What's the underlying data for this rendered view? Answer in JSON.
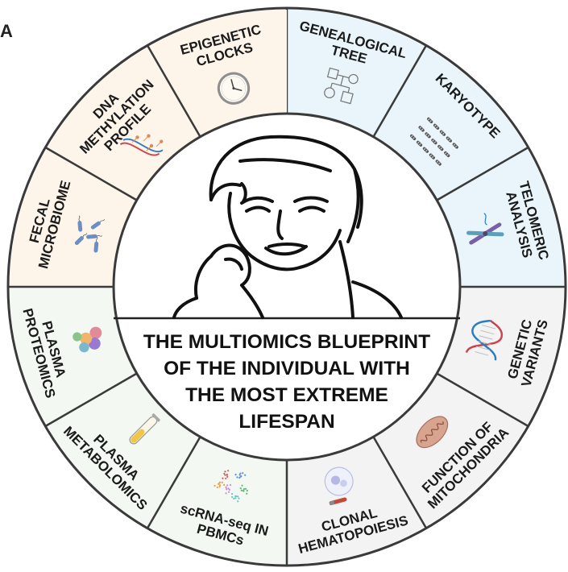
{
  "panel_letter": "A",
  "center": {
    "title_lines": [
      "THE MULTIOMICS BLUEPRINT",
      "OF THE INDIVIDUAL WITH",
      "THE MOST EXTREME",
      "LIFESPAN"
    ]
  },
  "segments": [
    {
      "id": "genealogical-tree",
      "lines": [
        "GENEALOGICAL",
        "TREE"
      ],
      "bg": "#eaf5fb",
      "icon": "pedigree-icon"
    },
    {
      "id": "karyotype",
      "lines": [
        "KARYOTYPE"
      ],
      "bg": "#eaf5fb",
      "icon": "karyotype-icon"
    },
    {
      "id": "telomeric-analysis",
      "lines": [
        "TELOMERIC",
        "ANALYSIS"
      ],
      "bg": "#eaf5fb",
      "icon": "chromosome-icon"
    },
    {
      "id": "genetic-variants",
      "lines": [
        "GENETIC",
        "VARIANTS"
      ],
      "bg": "#f3f3f3",
      "icon": "dna-helix-icon"
    },
    {
      "id": "function-of-mitochondria",
      "lines": [
        "FUNCTION OF",
        "MITOCHONDRIA"
      ],
      "bg": "#f3f3f3",
      "icon": "mitochondrion-icon"
    },
    {
      "id": "clonal-hematopoiesis",
      "lines": [
        "CLONAL",
        "HEMATOPOIESIS"
      ],
      "bg": "#f3f3f3",
      "icon": "blood-cell-icon"
    },
    {
      "id": "scrna-seq",
      "lines": [
        "scRNA-seq IN",
        "PBMCs"
      ],
      "bg": "#f3f8f3",
      "icon": "umap-cluster-icon"
    },
    {
      "id": "plasma-metabolomics",
      "lines": [
        "PLASMA",
        "METABOLOMICS"
      ],
      "bg": "#f3f8f3",
      "icon": "test-tube-icon"
    },
    {
      "id": "plasma-proteomics",
      "lines": [
        "PLASMA",
        "PROTEOMICS"
      ],
      "bg": "#f3f8f3",
      "icon": "protein-icon"
    },
    {
      "id": "fecal-microbiome",
      "lines": [
        "FECAL",
        "MICROBIOME"
      ],
      "bg": "#fdf4ea",
      "icon": "bacteria-icon"
    },
    {
      "id": "dna-methylation-profile",
      "lines": [
        "DNA",
        "METHYLATION",
        "PROFILE"
      ],
      "bg": "#fdf4ea",
      "icon": "methylated-dna-icon"
    },
    {
      "id": "epigenetic-clocks",
      "lines": [
        "EPIGENETIC",
        "CLOCKS"
      ],
      "bg": "#fdf4ea",
      "icon": "clock-icon"
    }
  ]
}
